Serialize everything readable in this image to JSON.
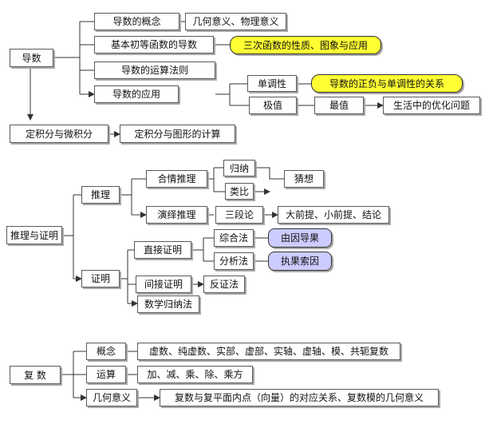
{
  "diagram": {
    "derivative": {
      "root": "导数",
      "concept": "导数的概念",
      "meaning": "几何意义、物理意义",
      "elementary": "基本初等函数的导数",
      "cubic": "三次函数的性质、图象与应用",
      "rules": "导数的运算法则",
      "application": "导数的应用",
      "monotonic": "单调性",
      "sign_relation": "导数的正负与单调性的关系",
      "extremum": "极值",
      "maximum": "最值",
      "optimization": "生活中的优化问题"
    },
    "integral": {
      "root": "定积分与微积分",
      "area": "定积分与图形的计算"
    },
    "reasoning": {
      "root": "推理与证明",
      "inference": "推理",
      "plausible": "合情推理",
      "induction": "归纳",
      "analogy": "类比",
      "conjecture": "猜想",
      "deductive": "演绎推理",
      "syllogism": "三段论",
      "premises": "大前提、小前提、结论",
      "proof": "证明",
      "direct": "直接证明",
      "synthetic": "综合法",
      "cause_effect": "由因导果",
      "analytic": "分析法",
      "effect_cause": "执果索因",
      "indirect": "间接证明",
      "contradiction": "反证法",
      "math_induction": "数学归纳法"
    },
    "complex": {
      "root": "复 数",
      "concept": "概念",
      "concept_items": "虚数、纯虚数、实部、虚部、实轴、虚轴、模、共轭复数",
      "operation": "运算",
      "operation_items": "加、减、乘、除、乘方",
      "geometry": "几何意义",
      "geometry_items": "复数与复平面内点（向量）的对应关系、复数模的几何意义"
    }
  }
}
